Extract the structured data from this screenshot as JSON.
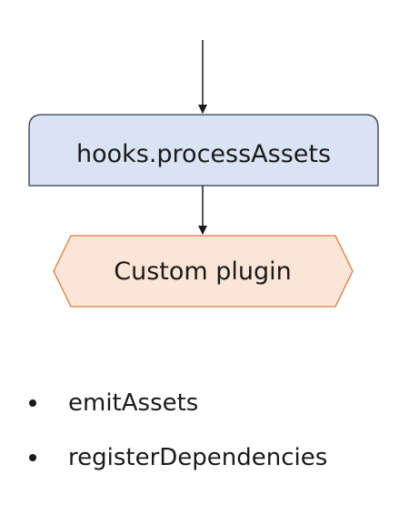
{
  "diagram": {
    "nodes": {
      "process_assets": {
        "label": "hooks.processAssets",
        "fill": "#dae3f3",
        "stroke": "#2f3a4f"
      },
      "custom_plugin": {
        "label": "Custom plugin",
        "fill": "#fbe5d6",
        "stroke": "#e07a3a"
      }
    },
    "edges": [
      {
        "from": "incoming",
        "to": "process_assets"
      },
      {
        "from": "process_assets",
        "to": "custom_plugin"
      }
    ]
  },
  "list": {
    "items": [
      "emitAssets",
      "registerDependencies"
    ]
  }
}
